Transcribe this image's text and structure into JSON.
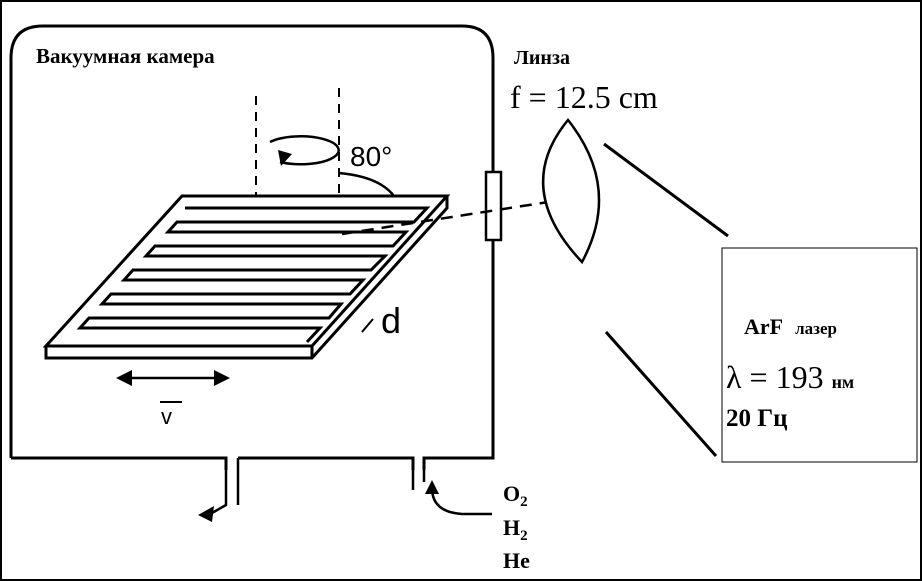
{
  "chamber": {
    "label": "Вакуумная камера"
  },
  "lens": {
    "label": "Линза",
    "focal": "f = 12.5 cm"
  },
  "angle": {
    "label": "80°"
  },
  "sample": {
    "thickness_label": "d",
    "velocity_label": "v"
  },
  "laser": {
    "name": "ArF",
    "type": "лазер",
    "wavelength": "λ = 193",
    "wavelength_unit": "нм",
    "frequency": "20 Гц"
  },
  "gases": [
    "O",
    "H",
    "He"
  ],
  "gas_subscripts": [
    "2",
    "2"
  ]
}
